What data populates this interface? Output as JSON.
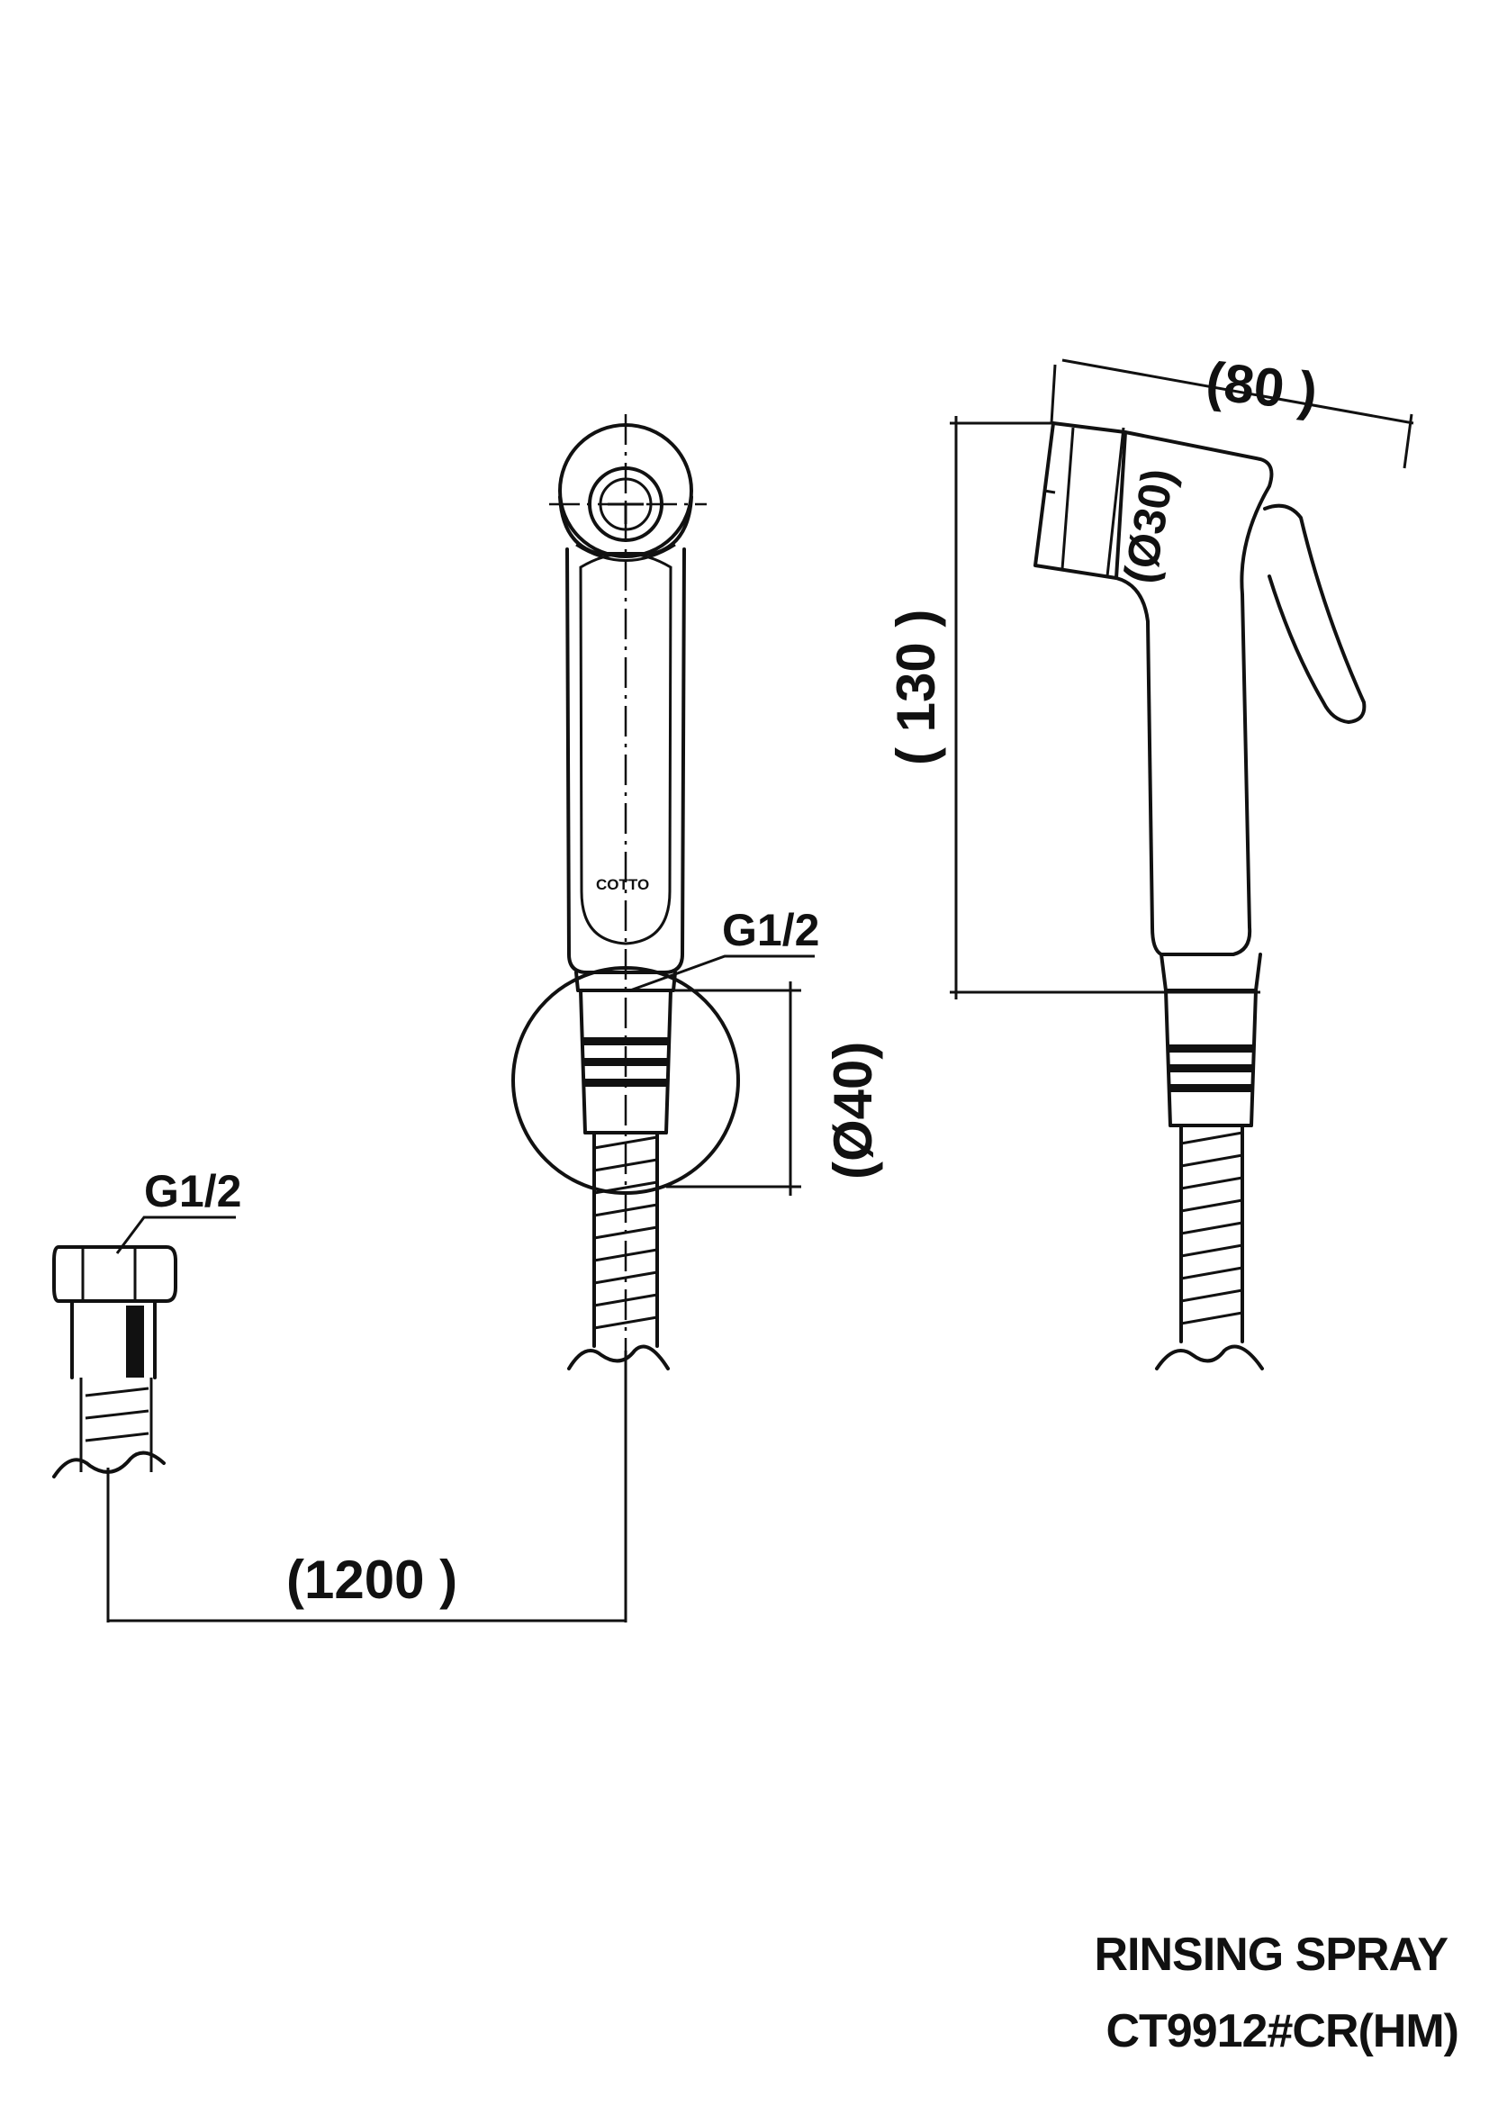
{
  "product": {
    "name": "RINSING SPRAY",
    "model": "CT9912#CR(HM)"
  },
  "dimensions": {
    "hose_length": "(1200 )",
    "wall_holder_diameter": "(Ø40)",
    "spray_height": "( 130 )",
    "spray_length": "(80 )",
    "nozzle_diameter": "(Ø30)",
    "thread_holder": "G1/2",
    "thread_hose_end": "G1/2"
  },
  "brand_mark": "COTTO"
}
